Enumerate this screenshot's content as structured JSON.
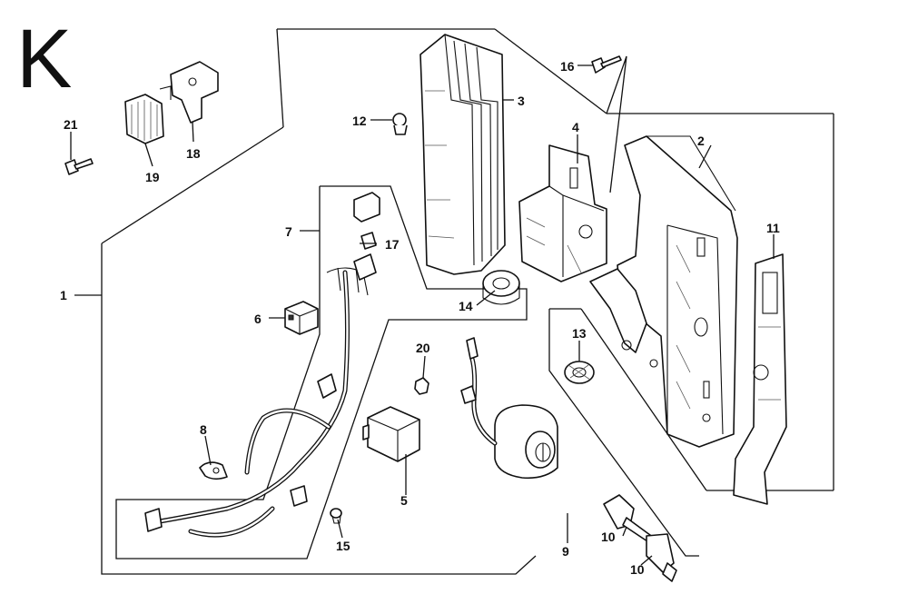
{
  "page": {
    "section_letter": "K"
  },
  "callouts": [
    {
      "id": "p1",
      "label": "1"
    },
    {
      "id": "p2",
      "label": "2"
    },
    {
      "id": "p3",
      "label": "3"
    },
    {
      "id": "p4",
      "label": "4"
    },
    {
      "id": "p5",
      "label": "5"
    },
    {
      "id": "p6",
      "label": "6"
    },
    {
      "id": "p7",
      "label": "7"
    },
    {
      "id": "p8",
      "label": "8"
    },
    {
      "id": "p9",
      "label": "9"
    },
    {
      "id": "p10a",
      "label": "10"
    },
    {
      "id": "p10b",
      "label": "10"
    },
    {
      "id": "p11",
      "label": "11"
    },
    {
      "id": "p12",
      "label": "12"
    },
    {
      "id": "p13",
      "label": "13"
    },
    {
      "id": "p14",
      "label": "14"
    },
    {
      "id": "p15",
      "label": "15"
    },
    {
      "id": "p16",
      "label": "16"
    },
    {
      "id": "p17",
      "label": "17"
    },
    {
      "id": "p18",
      "label": "18"
    },
    {
      "id": "p19",
      "label": "19"
    },
    {
      "id": "p20",
      "label": "20"
    },
    {
      "id": "p21",
      "label": "21"
    }
  ]
}
